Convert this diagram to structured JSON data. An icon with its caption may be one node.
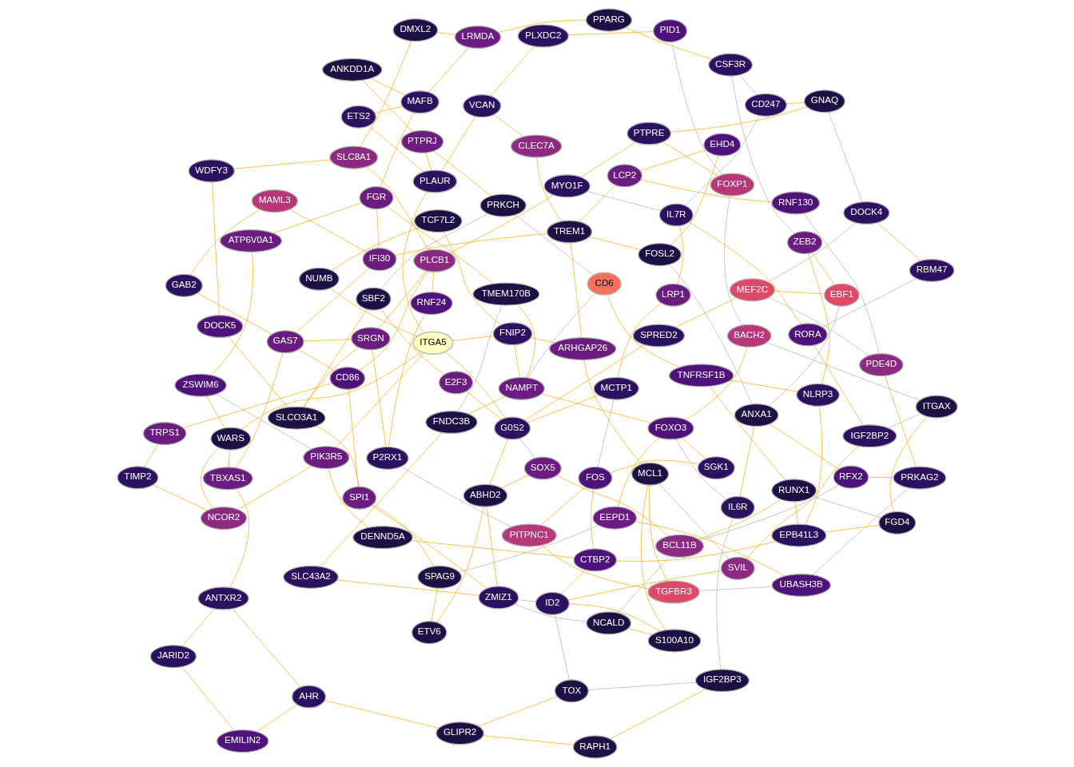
{
  "diagram": {
    "nodes": [
      {
        "text": [
          "ZSWIM6"
        ]
      },
      {
        "text": [
          "ETV6"
        ]
      },
      {
        "text": [
          "EMILIN2"
        ]
      },
      {
        "text": [
          "JARID2"
        ]
      },
      {
        "text": [
          "TIMP2"
        ]
      },
      {
        "text": [
          "SLC43A2"
        ]
      },
      {
        "text": [
          "SPAG9"
        ]
      },
      {
        "text": [
          "TRPS1"
        ]
      },
      {
        "text": [
          "GAB2"
        ]
      },
      {
        "text": [
          "MAML3"
        ]
      },
      {
        "text": [
          "ATP6V0A1"
        ]
      },
      {
        "text": [
          "SGK1"
        ]
      },
      {
        "text": [
          "FNDC3B"
        ]
      },
      {
        "text": [
          "TCF7L2"
        ]
      },
      {
        "text": [
          "NUMB"
        ]
      },
      {
        "text": [
          "E2F3"
        ]
      },
      {
        "text": [
          "FOS"
        ]
      },
      {
        "text": [
          "S100A10"
        ]
      },
      {
        "text": [
          "SBF2"
        ]
      },
      {
        "text": [
          "AHR"
        ]
      },
      {
        "text": [
          "ANTXR2"
        ]
      },
      {
        "text": [
          "PRKCH"
        ]
      },
      {
        "text": [
          "PITPNC1"
        ]
      },
      {
        "text": [
          "P2RX1"
        ]
      },
      {
        "text": [
          "RNF24"
        ]
      },
      {
        "text": [
          "MCL1"
        ]
      },
      {
        "text": [
          "TBXAS1"
        ]
      },
      {
        "text": [
          "WARS"
        ]
      },
      {
        "text": [
          "NCALD"
        ]
      },
      {
        "text": [
          "TGFBR3"
        ]
      },
      {
        "text": [
          "FOSL2"
        ]
      },
      {
        "text": [
          "EHD4"
        ]
      },
      {
        "text": [
          "NCOR2"
        ]
      },
      {
        "text": [
          "PIK3R5"
        ]
      },
      {
        "text": [
          "CD6"
        ]
      },
      {
        "text": [
          "SOX5"
        ]
      },
      {
        "text": [
          "TOX"
        ]
      },
      {
        "text": [
          "ABHD2"
        ]
      },
      {
        "text": [
          "ANKDD1A"
        ]
      },
      {
        "text": [
          "PTPRJ"
        ]
      },
      {
        "text": [
          "ZMIZ1"
        ]
      },
      {
        "text": [
          "DENND5A"
        ]
      },
      {
        "text": [
          "SPI1"
        ]
      },
      {
        "text": [
          "BCL11B"
        ]
      },
      {
        "text": [
          "IGF2BP3"
        ]
      },
      {
        "text": [
          "GLIPR2"
        ]
      },
      {
        "text": [
          "TNFRSF1B"
        ]
      },
      {
        "text": [
          "RUNX1"
        ]
      },
      {
        "text": [
          "CD86"
        ]
      },
      {
        "text": [
          "IL7R"
        ]
      },
      {
        "text": [
          "BACH2"
        ]
      },
      {
        "text": [
          "MEF2C"
        ]
      },
      {
        "text": [
          "EEPD1"
        ]
      },
      {
        "text": [
          "RAPH1"
        ]
      },
      {
        "text": [
          "GAS7"
        ]
      },
      {
        "text": [
          "UBASH3B"
        ]
      },
      {
        "text": [
          "IFI30"
        ]
      },
      {
        "text": [
          "RORA"
        ]
      },
      {
        "text": [
          "PDE4D"
        ]
      },
      {
        "text": [
          "FGR"
        ]
      },
      {
        "text": [
          "TMEM170B"
        ]
      },
      {
        "text": [
          "FOXO3"
        ]
      },
      {
        "text": [
          "CD247"
        ]
      },
      {
        "text": [
          "FOXP1"
        ]
      },
      {
        "text": [
          "EBF1"
        ]
      },
      {
        "text": [
          "NAMPT"
        ]
      },
      {
        "text": [
          "FNIP2"
        ]
      },
      {
        "text": [
          "ITGA5"
        ]
      },
      {
        "text": [
          "LRP1"
        ]
      },
      {
        "text": [
          "MCTP1"
        ]
      },
      {
        "text": [
          "G0S2"
        ]
      },
      {
        "text": [
          "SPRED2"
        ]
      },
      {
        "text": [
          "CTBP2"
        ]
      },
      {
        "text": [
          "ID2"
        ]
      },
      {
        "text": [
          "SVIL"
        ]
      },
      {
        "text": [
          "IGF2BP2"
        ]
      },
      {
        "text": [
          "SLCO3A1"
        ]
      },
      {
        "text": [
          "SRGN"
        ]
      },
      {
        "text": [
          "PRKAG2"
        ]
      },
      {
        "text": [
          "RFX2"
        ]
      },
      {
        "text": [
          "PLCB1"
        ]
      },
      {
        "text": [
          "ANXA1"
        ]
      },
      {
        "text": [
          "IL6R"
        ]
      },
      {
        "text": [
          "ARHGAP26"
        ]
      },
      {
        "text": [
          "MYO1F"
        ]
      },
      {
        "text": [
          "TREM1"
        ]
      },
      {
        "text": [
          "PTPRE"
        ]
      },
      {
        "text": [
          "LCP2"
        ]
      },
      {
        "text": [
          "MAFB"
        ]
      },
      {
        "text": [
          "GNAQ"
        ]
      },
      {
        "text": [
          "RNF130"
        ]
      },
      {
        "text": [
          "PLAUR"
        ]
      },
      {
        "text": [
          "ETS2"
        ]
      },
      {
        "text": [
          "ZEB2"
        ]
      },
      {
        "text": [
          "NLRP3"
        ]
      },
      {
        "text": [
          "EPB41L3"
        ]
      },
      {
        "text": [
          "ITGAX"
        ]
      },
      {
        "text": [
          "FGD4"
        ]
      },
      {
        "text": [
          "DOCK5"
        ]
      },
      {
        "text": [
          "WDFY3"
        ]
      },
      {
        "text": [
          "DOCK4"
        ]
      },
      {
        "text": [
          "SLC8A1"
        ]
      },
      {
        "text": [
          "RBM47"
        ]
      },
      {
        "text": [
          "DMXL2"
        ]
      },
      {
        "text": [
          "CLEC7A"
        ]
      },
      {
        "text": [
          "LRMDA"
        ]
      },
      {
        "text": [
          "CSF3R"
        ]
      },
      {
        "text": [
          "PPARG"
        ]
      },
      {
        "text": [
          "PID1"
        ]
      },
      {
        "text": [
          "PLXDC2"
        ]
      },
      {
        "text": [
          "VCAN"
        ]
      }
    ],
    "edges": [
      {
        "from": 21,
        "to": 34,
        "arrow": "none",
        "color": "#b0b0b0"
      },
      {
        "from": 22,
        "to": 29,
        "arrow": "none"
      },
      {
        "from": 28,
        "to": 43,
        "arrow": "none",
        "color": "#b0b0b0"
      },
      {
        "from": 35,
        "to": 43,
        "arrow": "none"
      },
      {
        "from": 36,
        "to": 44,
        "arrow": "none",
        "color": "#b0b0b0"
      },
      {
        "from": 49,
        "to": 57,
        "arrow": "none"
      },
      {
        "from": 50,
        "to": 63,
        "arrow": "none",
        "color": "#b0b0b0"
      },
      {
        "from": 51,
        "to": 64,
        "arrow": "none"
      },
      {
        "from": 58,
        "to": 51,
        "arrow": "none",
        "color": "#b0b0b0"
      },
      {
        "from": 62,
        "to": 49,
        "arrow": "none",
        "color": "#b0b0b0"
      },
      {
        "from": 22,
        "to": 16,
        "arrow": "none"
      },
      {
        "from": 29,
        "to": 25,
        "arrow": "none"
      },
      {
        "from": 35,
        "to": 37,
        "arrow": "none"
      },
      {
        "from": 43,
        "to": 47,
        "arrow": "none"
      },
      {
        "from": 50,
        "to": 61,
        "arrow": "none"
      },
      {
        "from": 51,
        "to": 71,
        "arrow": "none"
      },
      {
        "from": 63,
        "to": 86,
        "arrow": "none"
      },
      {
        "from": 64,
        "to": 93,
        "arrow": "none"
      },
      {
        "from": 58,
        "to": 78,
        "arrow": "none"
      },
      {
        "from": 36,
        "to": 45,
        "arrow": "none"
      },
      {
        "from": 44,
        "to": 53,
        "arrow": "none"
      },
      {
        "from": 28,
        "to": 17,
        "arrow": "none"
      },
      {
        "from": 34,
        "to": 46,
        "arrow": "none"
      },
      {
        "from": 21,
        "to": 39,
        "arrow": "none"
      },
      {
        "from": 57,
        "to": 75,
        "arrow": "none"
      },
      {
        "from": 62,
        "to": 89,
        "arrow": "none"
      },
      {
        "from": 49,
        "to": 68,
        "arrow": "none"
      },
      {
        "from": 21,
        "to": 18,
        "arrow": "none",
        "color": "#b0b0b0"
      },
      {
        "from": 22,
        "to": 23,
        "arrow": "none",
        "color": "#b0b0b0"
      },
      {
        "from": 28,
        "to": 40,
        "arrow": "none",
        "color": "#b0b0b0"
      },
      {
        "from": 29,
        "to": 55,
        "arrow": "none",
        "color": "#b0b0b0"
      },
      {
        "from": 34,
        "to": 65,
        "arrow": "none",
        "color": "#b0b0b0"
      },
      {
        "from": 35,
        "to": 70,
        "arrow": "none",
        "color": "#b0b0b0"
      },
      {
        "from": 36,
        "to": 73,
        "arrow": "none",
        "color": "#b0b0b0"
      },
      {
        "from": 43,
        "to": 79,
        "arrow": "none",
        "color": "#b0b0b0"
      },
      {
        "from": 44,
        "to": 82,
        "arrow": "none",
        "color": "#b0b0b0"
      },
      {
        "from": 49,
        "to": 84,
        "arrow": "none",
        "color": "#b0b0b0"
      },
      {
        "from": 50,
        "to": 96,
        "arrow": "none",
        "color": "#b0b0b0"
      },
      {
        "from": 51,
        "to": 100,
        "arrow": "none",
        "color": "#b0b0b0"
      },
      {
        "from": 57,
        "to": 102,
        "arrow": "none",
        "color": "#b0b0b0"
      },
      {
        "from": 58,
        "to": 90,
        "arrow": "none",
        "color": "#b0b0b0"
      },
      {
        "from": 62,
        "to": 106,
        "arrow": "none",
        "color": "#b0b0b0"
      },
      {
        "from": 63,
        "to": 108,
        "arrow": "none",
        "color": "#b0b0b0"
      },
      {
        "from": 64,
        "to": 81,
        "arrow": "none",
        "color": "#b0b0b0"
      },
      {
        "from": 0,
        "to": 10,
        "arrow": "none"
      },
      {
        "from": 1,
        "to": 6,
        "arrow": "none"
      },
      {
        "from": 2,
        "to": 3,
        "arrow": "none"
      },
      {
        "from": 4,
        "to": 7,
        "arrow": "none"
      },
      {
        "from": 5,
        "to": 12,
        "arrow": "none"
      },
      {
        "from": 8,
        "to": 9,
        "arrow": "none"
      },
      {
        "from": 11,
        "to": 16,
        "arrow": "none"
      },
      {
        "from": 13,
        "to": 14,
        "arrow": "none"
      },
      {
        "from": 15,
        "to": 18,
        "arrow": "none"
      },
      {
        "from": 17,
        "to": 25,
        "arrow": "none"
      },
      {
        "from": 23,
        "to": 24,
        "arrow": "none"
      },
      {
        "from": 30,
        "to": 31,
        "arrow": "none"
      },
      {
        "from": 38,
        "to": 39,
        "arrow": "none"
      },
      {
        "from": 46,
        "to": 47,
        "arrow": "none"
      },
      {
        "from": 0,
        "to": 27,
        "arrow": "none"
      },
      {
        "from": 1,
        "to": 37,
        "arrow": "none"
      },
      {
        "from": 2,
        "to": 19,
        "arrow": "none"
      },
      {
        "from": 3,
        "to": 20,
        "arrow": "none"
      },
      {
        "from": 4,
        "to": 32,
        "arrow": "none"
      },
      {
        "from": 5,
        "to": 40,
        "arrow": "none"
      },
      {
        "from": 6,
        "to": 42,
        "arrow": "none"
      },
      {
        "from": 7,
        "to": 48,
        "arrow": "none"
      },
      {
        "from": 8,
        "to": 54,
        "arrow": "none"
      },
      {
        "from": 9,
        "to": 56,
        "arrow": "none"
      },
      {
        "from": 10,
        "to": 59,
        "arrow": "none"
      },
      {
        "from": 11,
        "to": 61,
        "arrow": "none"
      },
      {
        "from": 12,
        "to": 65,
        "arrow": "none"
      },
      {
        "from": 13,
        "to": 66,
        "arrow": "none"
      },
      {
        "from": 14,
        "to": 67,
        "arrow": "none"
      },
      {
        "from": 15,
        "to": 70,
        "arrow": "none"
      },
      {
        "from": 16,
        "to": 72,
        "arrow": "none"
      },
      {
        "from": 17,
        "to": 73,
        "arrow": "none"
      },
      {
        "from": 18,
        "to": 76,
        "arrow": "none"
      },
      {
        "from": 23,
        "to": 77,
        "arrow": "none"
      },
      {
        "from": 24,
        "to": 80,
        "arrow": "none"
      },
      {
        "from": 25,
        "to": 83,
        "arrow": "none"
      },
      {
        "from": 30,
        "to": 85,
        "arrow": "none"
      },
      {
        "from": 31,
        "to": 87,
        "arrow": "none"
      },
      {
        "from": 38,
        "to": 88,
        "arrow": "none"
      },
      {
        "from": 39,
        "to": 91,
        "arrow": "none"
      },
      {
        "from": 46,
        "to": 94,
        "arrow": "none"
      },
      {
        "from": 47,
        "to": 95,
        "arrow": "none"
      },
      {
        "from": 0,
        "to": 33,
        "arrow": "none",
        "color": "#b0b0b0"
      },
      {
        "from": 6,
        "to": 52,
        "arrow": "none",
        "color": "#b0b0b0"
      },
      {
        "from": 12,
        "to": 60,
        "arrow": "none",
        "color": "#b0b0b0"
      },
      {
        "from": 16,
        "to": 69,
        "arrow": "none",
        "color": "#b0b0b0"
      },
      {
        "from": 25,
        "to": 74,
        "arrow": "none",
        "color": "#b0b0b0"
      },
      {
        "from": 30,
        "to": 81,
        "arrow": "none",
        "color": "#b0b0b0"
      },
      {
        "from": 47,
        "to": 97,
        "arrow": "none",
        "color": "#b0b0b0"
      },
      {
        "from": 19,
        "to": 20,
        "arrow": "none"
      },
      {
        "from": 20,
        "to": 26,
        "arrow": "none"
      },
      {
        "from": 26,
        "to": 27,
        "arrow": "none"
      },
      {
        "from": 27,
        "to": 32,
        "arrow": "none"
      },
      {
        "from": 32,
        "to": 33,
        "arrow": "none"
      },
      {
        "from": 33,
        "to": 41,
        "arrow": "none"
      },
      {
        "from": 37,
        "to": 40,
        "arrow": "none"
      },
      {
        "from": 40,
        "to": 42,
        "arrow": "none"
      },
      {
        "from": 42,
        "to": 48,
        "arrow": "none"
      },
      {
        "from": 45,
        "to": 53,
        "arrow": "none"
      },
      {
        "from": 48,
        "to": 54,
        "arrow": "none"
      },
      {
        "from": 52,
        "to": 55,
        "arrow": "none"
      },
      {
        "from": 54,
        "to": 56,
        "arrow": "none"
      },
      {
        "from": 56,
        "to": 59,
        "arrow": "none"
      },
      {
        "from": 59,
        "to": 60,
        "arrow": "none"
      },
      {
        "from": 60,
        "to": 65,
        "arrow": "none"
      },
      {
        "from": 61,
        "to": 65,
        "arrow": "none"
      },
      {
        "from": 65,
        "to": 66,
        "arrow": "none"
      },
      {
        "from": 66,
        "to": 67,
        "arrow": "none"
      },
      {
        "from": 67,
        "to": 70,
        "arrow": "none"
      },
      {
        "from": 68,
        "to": 69,
        "arrow": "none"
      },
      {
        "from": 69,
        "to": 70,
        "arrow": "none"
      },
      {
        "from": 70,
        "to": 71,
        "arrow": "none"
      },
      {
        "from": 72,
        "to": 73,
        "arrow": "none"
      },
      {
        "from": 73,
        "to": 74,
        "arrow": "none"
      },
      {
        "from": 74,
        "to": 75,
        "arrow": "none"
      },
      {
        "from": 76,
        "to": 77,
        "arrow": "none"
      },
      {
        "from": 77,
        "to": 80,
        "arrow": "none"
      },
      {
        "from": 78,
        "to": 79,
        "arrow": "none"
      },
      {
        "from": 79,
        "to": 81,
        "arrow": "none"
      },
      {
        "from": 80,
        "to": 84,
        "arrow": "none"
      },
      {
        "from": 81,
        "to": 82,
        "arrow": "none"
      },
      {
        "from": 83,
        "to": 85,
        "arrow": "none"
      },
      {
        "from": 84,
        "to": 86,
        "arrow": "none"
      },
      {
        "from": 85,
        "to": 87,
        "arrow": "none"
      },
      {
        "from": 86,
        "to": 89,
        "arrow": "none"
      },
      {
        "from": 87,
        "to": 90,
        "arrow": "none"
      },
      {
        "from": 88,
        "to": 92,
        "arrow": "none"
      },
      {
        "from": 91,
        "to": 92,
        "arrow": "none"
      },
      {
        "from": 93,
        "to": 94,
        "arrow": "none"
      },
      {
        "from": 94,
        "to": 95,
        "arrow": "none"
      },
      {
        "from": 95,
        "to": 97,
        "arrow": "none"
      },
      {
        "from": 96,
        "to": 97,
        "arrow": "none"
      },
      {
        "from": 98,
        "to": 99,
        "arrow": "none"
      },
      {
        "from": 99,
        "to": 101,
        "arrow": "none"
      },
      {
        "from": 100,
        "to": 102,
        "arrow": "none"
      },
      {
        "from": 101,
        "to": 103,
        "arrow": "none"
      },
      {
        "from": 103,
        "to": 105,
        "arrow": "none"
      },
      {
        "from": 104,
        "to": 110,
        "arrow": "none"
      },
      {
        "from": 105,
        "to": 107,
        "arrow": "none"
      },
      {
        "from": 106,
        "to": 107,
        "arrow": "none"
      },
      {
        "from": 108,
        "to": 109,
        "arrow": "none"
      },
      {
        "from": 109,
        "to": 110,
        "arrow": "none"
      },
      {
        "from": 27,
        "to": 67,
        "arrow": "none"
      },
      {
        "from": 37,
        "to": 70,
        "arrow": "none"
      },
      {
        "from": 42,
        "to": 76,
        "arrow": "none"
      },
      {
        "from": 48,
        "to": 80,
        "arrow": "none"
      },
      {
        "from": 56,
        "to": 85,
        "arrow": "none"
      },
      {
        "from": 59,
        "to": 88,
        "arrow": "none"
      },
      {
        "from": 67,
        "to": 91,
        "arrow": "none"
      },
      {
        "from": 72,
        "to": 95,
        "arrow": "none"
      },
      {
        "from": 76,
        "to": 98,
        "arrow": "none"
      },
      {
        "from": 80,
        "to": 101,
        "arrow": "none"
      },
      {
        "from": 85,
        "to": 104,
        "arrow": "none"
      },
      {
        "from": 88,
        "to": 105,
        "arrow": "none"
      },
      {
        "from": 91,
        "to": 110,
        "arrow": "none"
      },
      {
        "from": 66,
        "to": 83,
        "arrow": "none"
      },
      {
        "from": 54,
        "to": 77,
        "arrow": "none"
      },
      {
        "from": 41,
        "to": 72,
        "arrow": "none"
      },
      {
        "from": 33,
        "to": 67,
        "arrow": "none"
      },
      {
        "from": 19,
        "to": 45,
        "arrow": "none"
      },
      {
        "from": 26,
        "to": 54,
        "arrow": "none"
      },
      {
        "from": 52,
        "to": 61,
        "arrow": "none"
      },
      {
        "from": 40,
        "to": 73,
        "arrow": "none",
        "color": "#b0b0b0"
      },
      {
        "from": 55,
        "to": 78,
        "arrow": "none",
        "color": "#b0b0b0"
      },
      {
        "from": 61,
        "to": 82,
        "arrow": "none",
        "color": "#b0b0b0"
      },
      {
        "from": 75,
        "to": 96,
        "arrow": "none",
        "color": "#b0b0b0"
      },
      {
        "from": 89,
        "to": 100,
        "arrow": "none",
        "color": "#b0b0b0"
      },
      {
        "from": 93,
        "to": 106,
        "arrow": "none",
        "color": "#b0b0b0"
      }
    ]
  }
}
